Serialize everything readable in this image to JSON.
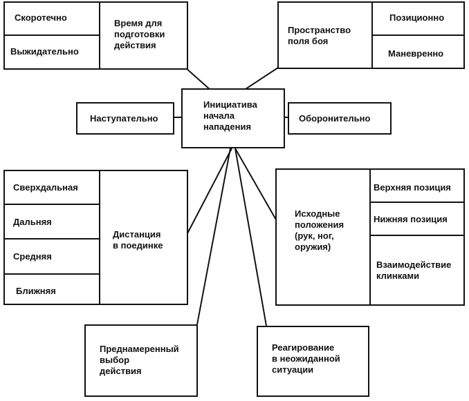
{
  "center": "Инициатива\nначала\nнападения",
  "time": {
    "title": "Время для\nподготовки\nдействия",
    "options": [
      "Скоротечно",
      "Выжидательно"
    ]
  },
  "space": {
    "title": "Пространство\nполя боя",
    "options": [
      "Позиционно",
      "Маневренно"
    ]
  },
  "offense": "Наступательно",
  "defense": "Оборонительно",
  "distance": {
    "title": "Дистанция\nв поединке",
    "options": [
      "Сверхдальная",
      "Дальняя",
      "Средняя",
      "Ближняя"
    ]
  },
  "positions": {
    "title": "Исходные\nположения\n(рук, ног,\nоружия)",
    "options": [
      "Верхняя позиция",
      "Нижняя позиция",
      "Взаимодействие\nклинками"
    ]
  },
  "deliberate": "Преднамеренный\nвыбор\nдействия",
  "reaction": "Реагирование\nв неожиданной\nситуации"
}
